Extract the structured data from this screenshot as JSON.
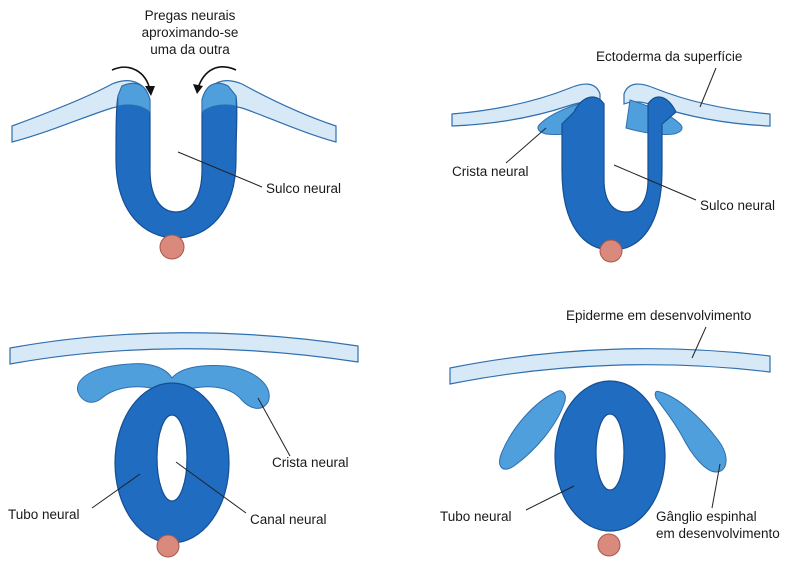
{
  "figure": {
    "panel_a": {
      "label_folds": [
        "Pregas neurais",
        "aproximando-se",
        "uma da outra"
      ],
      "label_groove": "Sulco neural"
    },
    "panel_b": {
      "label_ectoderm": "Ectoderma da superfície",
      "label_crest": "Crista neural",
      "label_groove": "Sulco neural"
    },
    "panel_c": {
      "label_crest": "Crista neural",
      "label_tube": "Tubo neural",
      "label_canal": "Canal neural"
    },
    "panel_d": {
      "label_epidermis": "Epiderme em desenvolvimento",
      "label_tube": "Tubo neural",
      "label_ganglion": [
        "Gânglio espinhal",
        "em desenvolvimento"
      ]
    },
    "colors": {
      "ectoderm": "#d7e9f6",
      "neural_crest": "#4f9fdd",
      "neural_tube": "#1f6cc0",
      "notochord": "#d98a7c"
    }
  }
}
